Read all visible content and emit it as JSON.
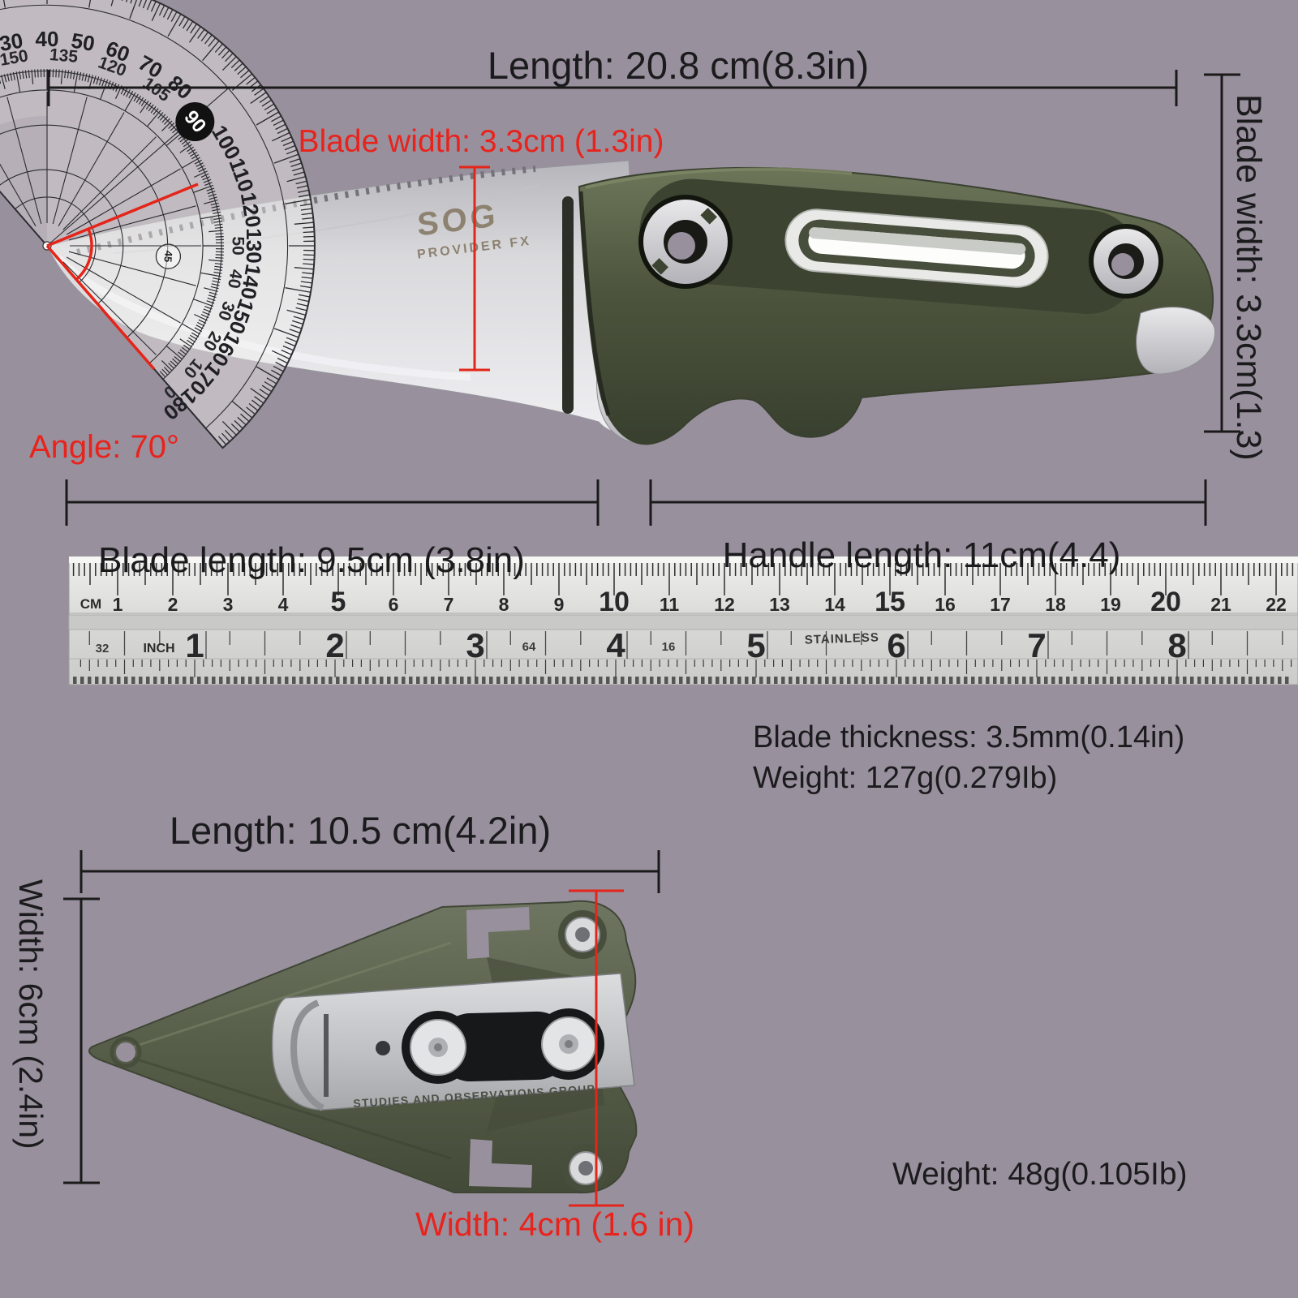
{
  "background_color": "#99909e",
  "accent_red": "#e8231c",
  "annotations": {
    "total_length": "Length: 20.8 cm(8.3in)",
    "blade_width_red": "Blade width: 3.3cm (1.3in)",
    "blade_width_right": "Blade width: 3.3cm(1.3)",
    "angle": "Angle: 70°",
    "blade_length": "Blade length: 9.5cm (3.8in)",
    "handle_length": "Handle length: 11cm(4.4)",
    "blade_thickness": "Blade thickness: 3.5mm(0.14in)",
    "knife_weight": "Weight: 127g(0.279Ib)",
    "sheath_length": "Length: 10.5 cm(4.2in)",
    "sheath_width_left": "Width: 6cm (2.4in)",
    "sheath_width_red": "Width: 4cm (1.6 in)",
    "sheath_weight": "Weight: 48g(0.105Ib)"
  },
  "knife": {
    "brand": "SOG",
    "model": "PROVIDER FX",
    "handle_color": "#4c543d",
    "blade_color": "#d9d9dc"
  },
  "sheath": {
    "engraving": "STUDIES AND OBSERVATIONS GROUP",
    "body_color": "#5f6753"
  },
  "ruler": {
    "cm_label": "CM",
    "inch_label": "INCH",
    "stainless_label": "STAINLESS",
    "cm_numbers": [
      1,
      2,
      3,
      4,
      5,
      6,
      7,
      8,
      9,
      10,
      11,
      12,
      13,
      14,
      15,
      16,
      17,
      18,
      19,
      20,
      21,
      22
    ],
    "inch_numbers": [
      1,
      2,
      3,
      4,
      5,
      6,
      7,
      8
    ],
    "fraction_labels": [
      "32",
      "64",
      "16"
    ]
  },
  "protractor": {
    "outer_numbers": [
      30,
      40,
      50,
      60,
      70,
      80,
      100,
      110,
      120,
      130,
      140,
      150,
      160,
      170,
      180
    ],
    "ninety_label": "90",
    "inner_numbers": [
      0,
      10,
      20,
      30,
      40,
      50,
      105,
      120,
      135,
      150
    ],
    "center_label": "45"
  }
}
